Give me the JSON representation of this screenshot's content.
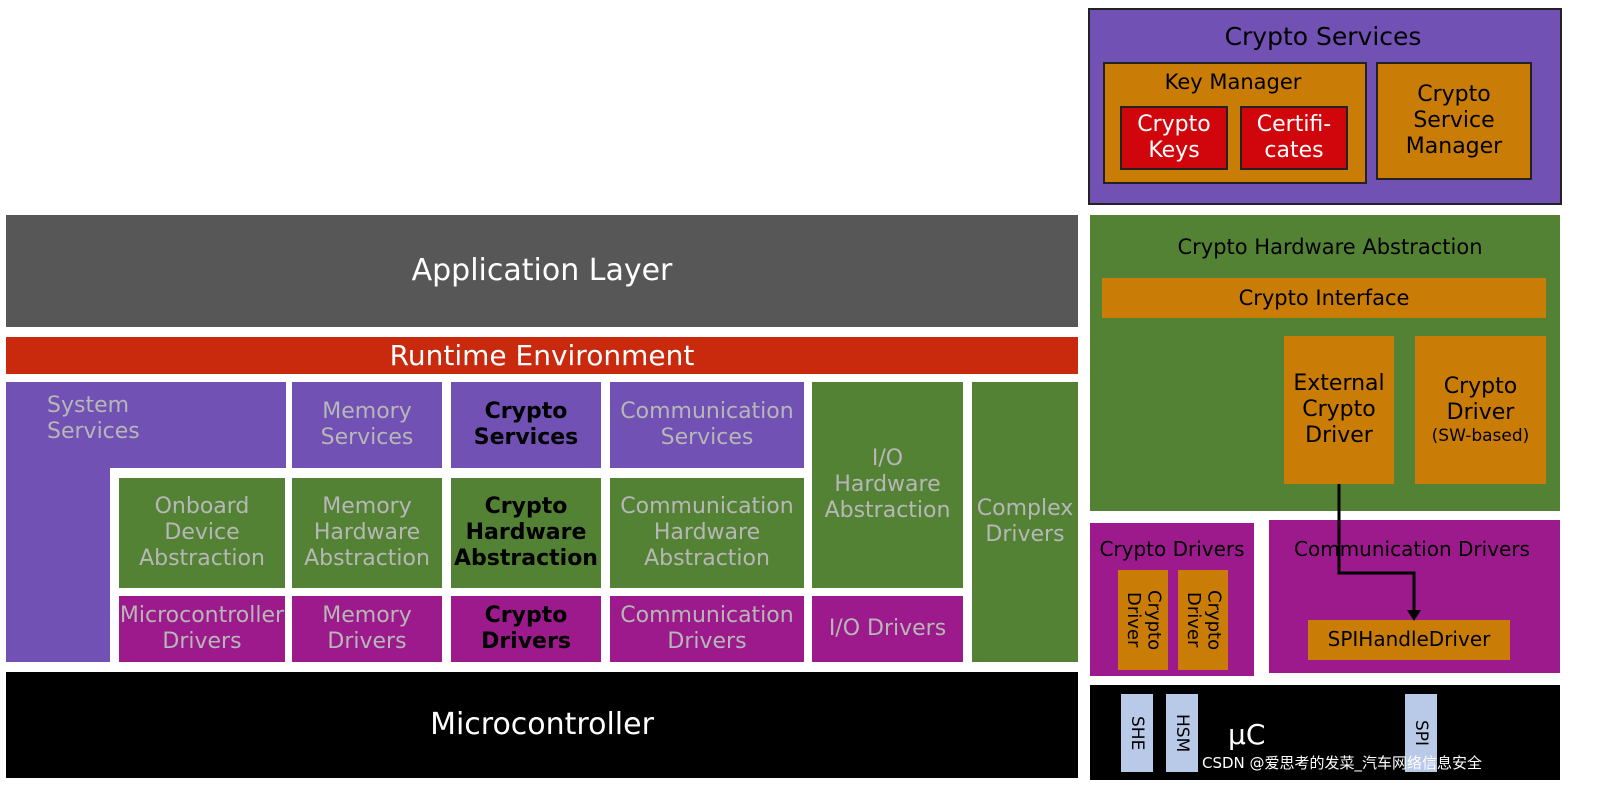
{
  "left": {
    "application_layer": "Application Layer",
    "runtime_environment": "Runtime Environment",
    "system_services": [
      "System",
      "Services"
    ],
    "memory_services": [
      "Memory",
      "Services"
    ],
    "crypto_services": [
      "Crypto",
      "Services"
    ],
    "communication_services": [
      "Communication",
      "Services"
    ],
    "onboard_device_abstraction": [
      "Onboard",
      "Device",
      "Abstraction"
    ],
    "memory_hardware_abstraction": [
      "Memory",
      "Hardware",
      "Abstraction"
    ],
    "crypto_hardware_abstraction": [
      "Crypto",
      "Hardware",
      "Abstraction"
    ],
    "communication_hardware_abstraction": [
      "Communication",
      "Hardware",
      "Abstraction"
    ],
    "io_hardware_abstraction": [
      "I/O",
      "Hardware",
      "Abstraction"
    ],
    "complex_drivers": [
      "Complex",
      "Drivers"
    ],
    "microcontroller_drivers": [
      "Microcontroller",
      "Drivers"
    ],
    "memory_drivers": [
      "Memory",
      "Drivers"
    ],
    "crypto_drivers": [
      "Crypto",
      "Drivers"
    ],
    "communication_drivers": [
      "Communication",
      "Drivers"
    ],
    "io_drivers": "I/O Drivers",
    "microcontroller": "Microcontroller"
  },
  "right": {
    "crypto_services_title": "Crypto Services",
    "key_manager": "Key Manager",
    "crypto_keys": [
      "Crypto",
      "Keys"
    ],
    "certificates": [
      "Certifi-",
      "cates"
    ],
    "crypto_service_manager": [
      "Crypto",
      "Service",
      "Manager"
    ],
    "crypto_hw_abstraction_title": "Crypto Hardware Abstraction",
    "crypto_interface": "Crypto Interface",
    "external_crypto_driver": [
      "External",
      "Crypto",
      "Driver"
    ],
    "crypto_driver_sw": [
      "Crypto",
      "Driver"
    ],
    "crypto_driver_sw_note": "(SW-based)",
    "crypto_drivers_title": "Crypto Drivers",
    "crypto_driver_vertical_1": [
      "Crypto",
      "Driver"
    ],
    "crypto_driver_vertical_2": [
      "Crypto",
      "Driver"
    ],
    "communication_drivers_title": "Communication Drivers",
    "spi_handle_driver": "SPIHandleDriver",
    "she": "SHE",
    "hsm": "HSM",
    "uc": "μC",
    "spi": "SPI"
  },
  "watermark": "CSDN @爱思考的发菜_汽车网络信息安全"
}
